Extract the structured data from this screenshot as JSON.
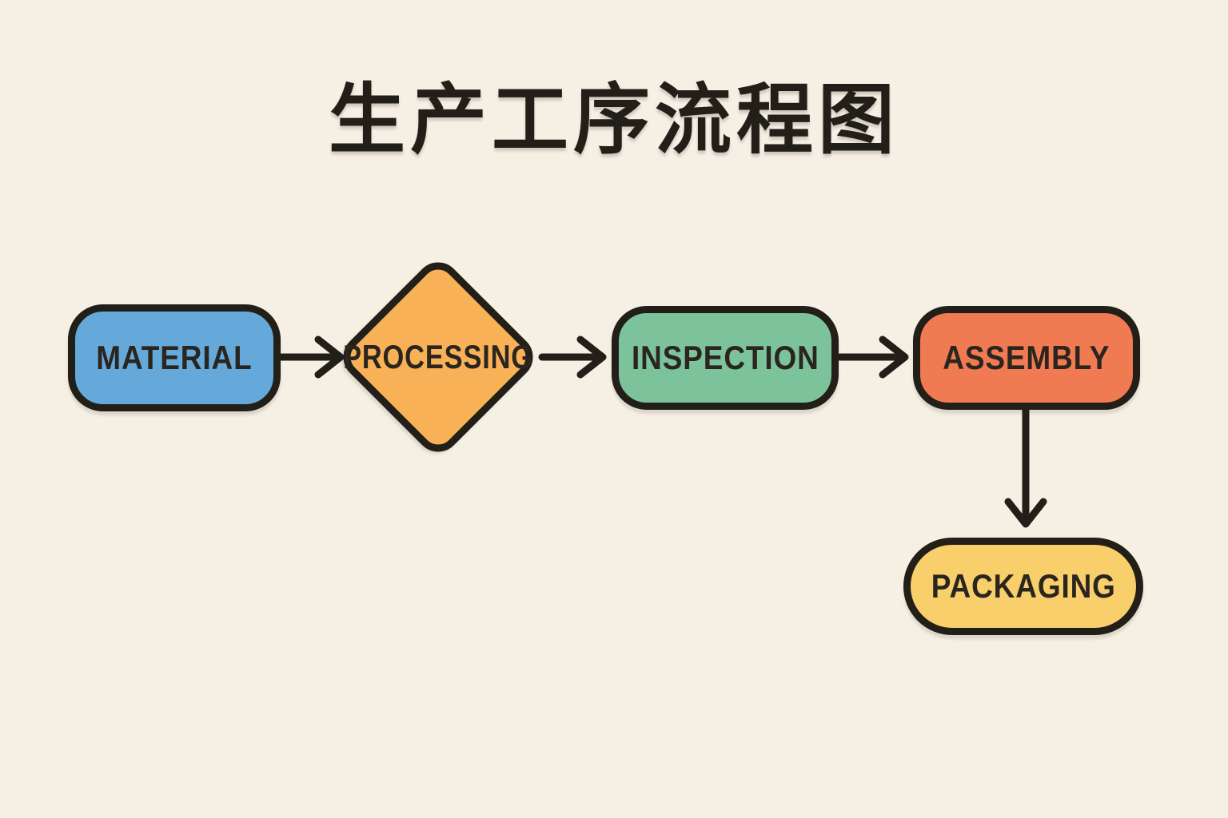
{
  "title": "生产工序流程图",
  "title_meaning": "Production Process Flow Chart",
  "colors": {
    "background": "#f6efe4",
    "outline_and_arrows": "#221e18",
    "label_text": "#2a251e",
    "material_blue": "#64a9da",
    "processing_orange": "#f8b156",
    "inspection_green": "#7cc39c",
    "assembly_red_orange": "#f07a52",
    "packaging_yellow": "#f8cf6a"
  },
  "nodes": [
    {
      "id": "material",
      "label": "MATERIAL",
      "shape": "rounded-rect",
      "fill": "#64a9da"
    },
    {
      "id": "processing",
      "label": "PROCESSING",
      "shape": "diamond",
      "fill": "#f8b156"
    },
    {
      "id": "inspection",
      "label": "INSPECTION",
      "shape": "rounded-rect",
      "fill": "#7cc39c"
    },
    {
      "id": "assembly",
      "label": "ASSEMBLY",
      "shape": "rounded-rect",
      "fill": "#f07a52"
    },
    {
      "id": "packaging",
      "label": "PACKAGING",
      "shape": "pill",
      "fill": "#f8cf6a"
    }
  ],
  "edges": [
    {
      "from": "material",
      "to": "processing",
      "direction": "right"
    },
    {
      "from": "processing",
      "to": "inspection",
      "direction": "right"
    },
    {
      "from": "inspection",
      "to": "assembly",
      "direction": "right"
    },
    {
      "from": "assembly",
      "to": "packaging",
      "direction": "down"
    }
  ]
}
